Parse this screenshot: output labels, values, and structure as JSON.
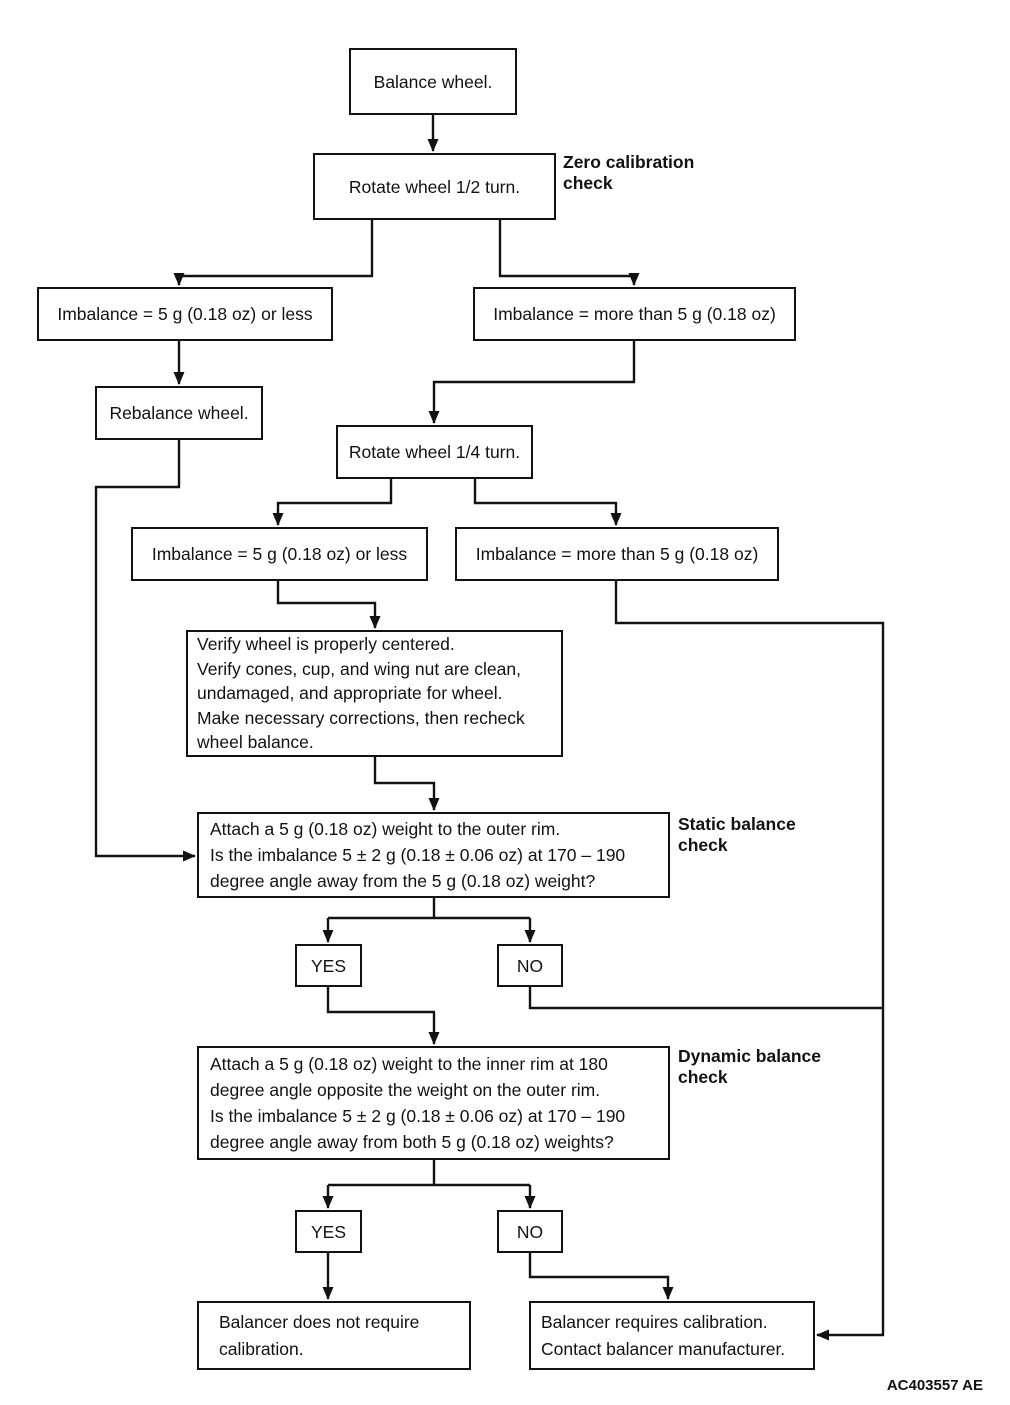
{
  "diagram": {
    "title_hint": "Wheel balancer calibration check flowchart",
    "colors": {
      "line": "#121212",
      "background": "#ffffff",
      "text": "#121212"
    },
    "nodes": {
      "balance_wheel": {
        "text": "Balance wheel."
      },
      "rotate_half": {
        "text": "Rotate wheel 1/2 turn."
      },
      "imbalance_less_1": {
        "text": "Imbalance = 5 g (0.18 oz) or less"
      },
      "imbalance_more_1": {
        "text": "Imbalance = more than 5 g (0.18 oz)"
      },
      "rebalance": {
        "text": "Rebalance wheel."
      },
      "rotate_quarter": {
        "text": "Rotate wheel 1/4 turn."
      },
      "imbalance_less_2": {
        "text": "Imbalance = 5 g (0.18 oz) or less"
      },
      "imbalance_more_2": {
        "text": "Imbalance = more than 5 g (0.18 oz)"
      },
      "verify": {
        "text": "Verify wheel is properly centered.\nVerify cones, cup, and wing nut are clean,\nundamaged, and appropriate for wheel.\nMake necessary corrections, then recheck\nwheel balance."
      },
      "static_check": {
        "text": "Attach a 5 g (0.18 oz) weight to the outer rim.\nIs the imbalance 5 ± 2 g (0.18 ± 0.06 oz) at 170 – 190\ndegree angle away from the 5 g (0.18 oz) weight?"
      },
      "yes_static": {
        "text": "YES"
      },
      "no_static": {
        "text": "NO"
      },
      "dynamic_check": {
        "text": "Attach a 5 g (0.18 oz) weight to the inner rim at 180\ndegree angle opposite the weight on the outer rim.\nIs the imbalance 5 ± 2 g (0.18 ± 0.06 oz) at 170 – 190\ndegree angle away from both 5 g (0.18 oz) weights?"
      },
      "yes_dynamic": {
        "text": "YES"
      },
      "no_dynamic": {
        "text": "NO"
      },
      "no_calibration": {
        "text": "Balancer does not require\ncalibration."
      },
      "requires_calibration": {
        "text": "Balancer requires calibration.\nContact balancer manufacturer."
      }
    },
    "side_labels": {
      "zero_calibration": {
        "text": "Zero calibration\ncheck"
      },
      "static_balance": {
        "text": "Static balance\ncheck"
      },
      "dynamic_balance": {
        "text": "Dynamic balance\ncheck"
      }
    },
    "footer_code": "AC403557 AE"
  }
}
